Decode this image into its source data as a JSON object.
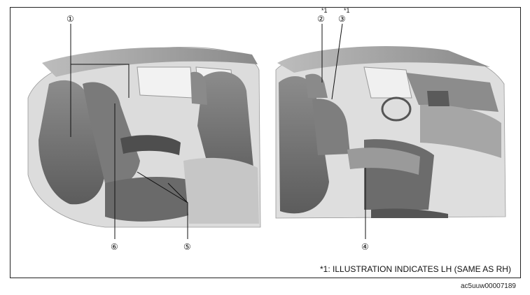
{
  "callouts": {
    "c1": "①",
    "c2": "②",
    "c3": "③",
    "c4": "④",
    "c5": "⑤",
    "c6": "⑥"
  },
  "footnote_marks": {
    "m2": "*1",
    "m3": "*1"
  },
  "footnote": "*1: ILLUSTRATION INDICATES LH (SAME AS RH)",
  "image_code": "ac5uuw00007189",
  "colors": {
    "frame": "#222222",
    "fill_light": "#d6d6d6",
    "fill_mid": "#b4b4b4",
    "fill_dark": "#6e6e6e",
    "leader": "#111111"
  }
}
